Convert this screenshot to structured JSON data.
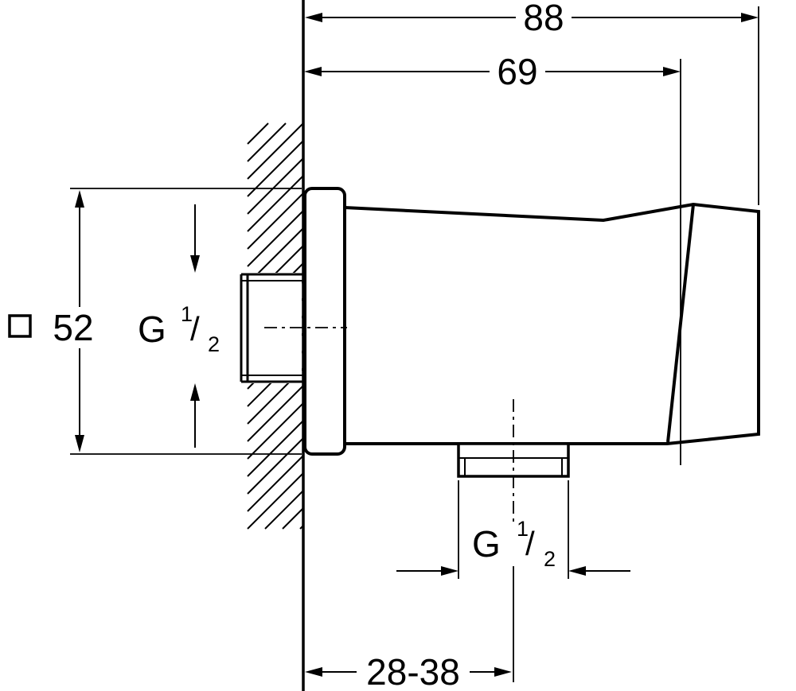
{
  "colors": {
    "background": "#ffffff",
    "line": "#000000"
  },
  "drawing": {
    "dim_overall_depth": "88",
    "dim_depth_to_holder": "69",
    "dim_plate_size": "52",
    "dim_wall_to_outlet": "28-38",
    "inlet_thread": {
      "letter": "G",
      "numerator": "1",
      "slash": "/",
      "denominator": "2"
    },
    "outlet_thread": {
      "letter": "G",
      "numerator": "1",
      "slash": "/",
      "denominator": "2"
    }
  }
}
